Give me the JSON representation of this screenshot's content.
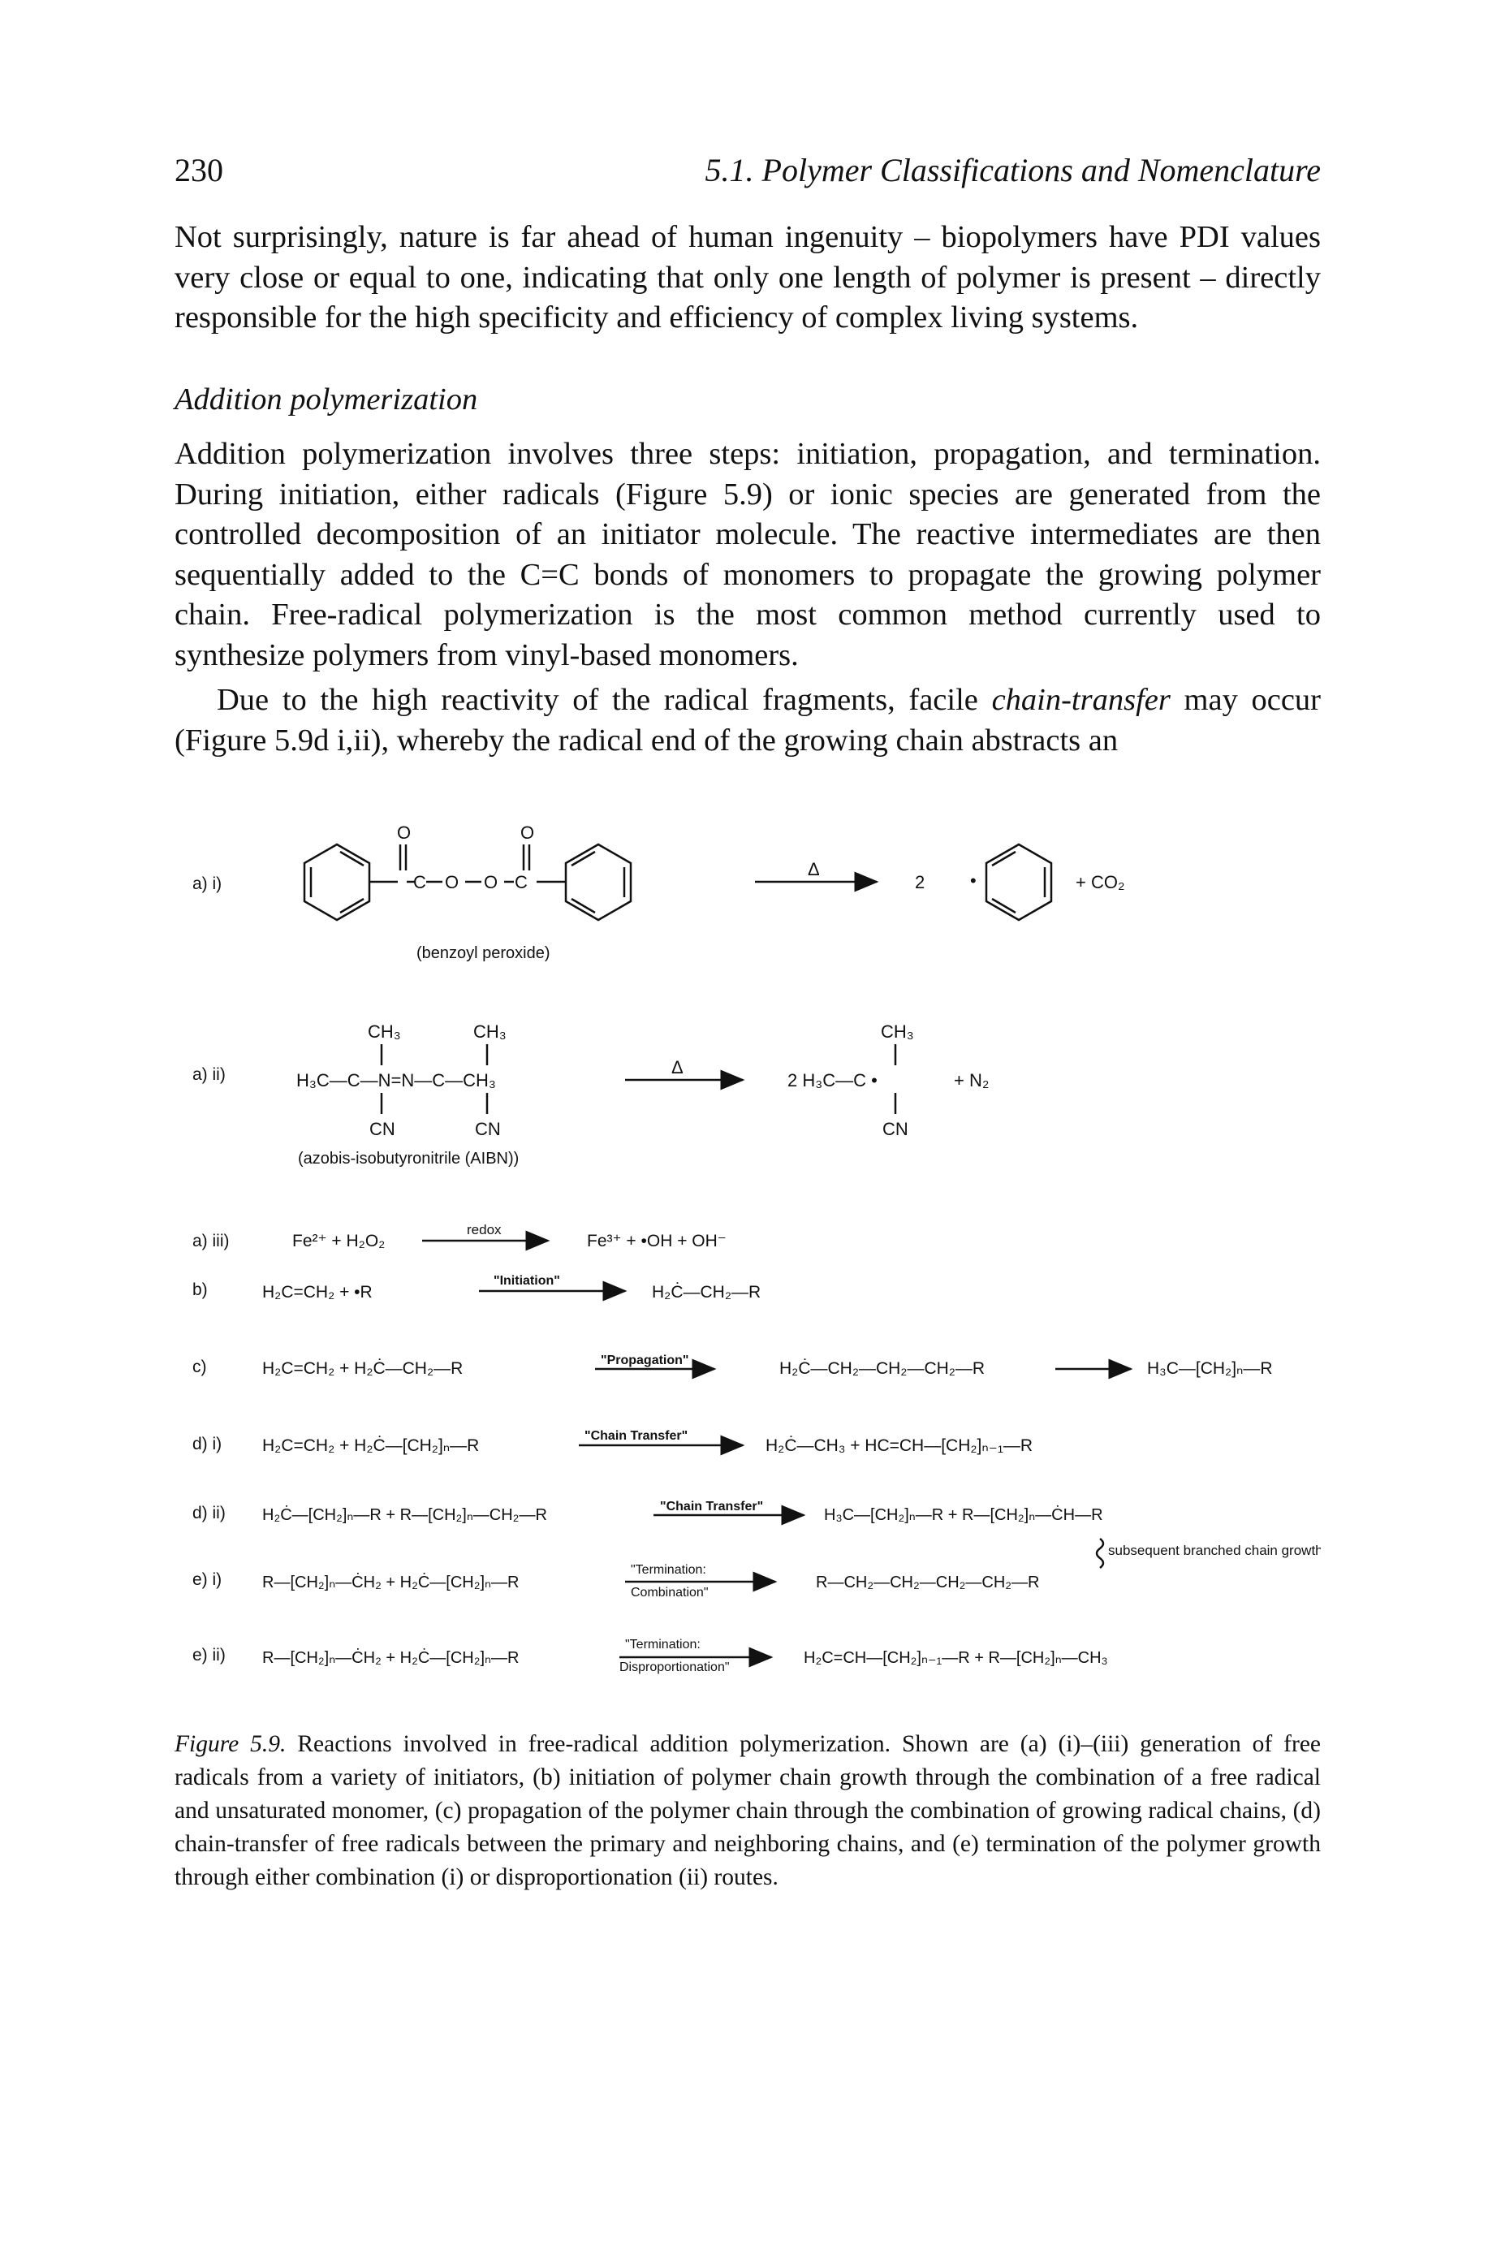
{
  "header": {
    "page_number": "230",
    "section_title": "5.1. Polymer Classifications and Nomenclature"
  },
  "paragraph_1": "Not surprisingly, nature is far ahead of human ingenuity – biopolymers have PDI values very close or equal to one, indicating that only one length of polymer is present – directly responsible for the high specificity and efficiency of complex living systems.",
  "subheading": "Addition polymerization",
  "paragraph_2": "Addition polymerization involves three steps: initiation, propagation, and termination. During initiation, either radicals (Figure 5.9) or ionic species are generated from the controlled decomposition of an initiator molecule. The reactive intermediates are then sequentially added to the C=C bonds of monomers to propagate the growing polymer chain. Free-radical polymerization is the most common method currently used to synthesize polymers from vinyl-based monomers.",
  "paragraph_3": {
    "before": "Due to the high reactivity of the radical fragments, facile ",
    "emphasis": "chain-transfer",
    "after": " may occur (Figure 5.9d i,ii), whereby the radical end of the growing chain abstracts an"
  },
  "figure": {
    "row_labels": [
      "a) i)",
      "a) ii)",
      "a) iii)",
      "b)",
      "c)",
      "d) i)",
      "d) ii)",
      "e) i)",
      "e) ii)"
    ],
    "a_i": {
      "arrow_label": "Δ",
      "product_coefficient": "2",
      "product_co2": "+ CO₂",
      "compound_name": "(benzoyl peroxide)",
      "oxygen": "O",
      "carbonyl_atom": "C"
    },
    "a_ii": {
      "reactant": "H₃C—C—N=N—C—CH₃",
      "substituent_top": "CH₃",
      "substituent_bottom": "CN",
      "arrow_label": "Δ",
      "product": "2 H₃C—C •",
      "product_n2": "+ N₂",
      "compound_name": "(azobis-isobutyronitrile (AIBN))"
    },
    "a_iii": {
      "reactants": "Fe²⁺ + H₂O₂",
      "arrow_label": "redox",
      "products": "Fe³⁺ + •OH + OH⁻"
    },
    "b": {
      "reactants": "H₂C=CH₂ + •R",
      "arrow_label": "\"Initiation\"",
      "product": "H₂Ċ—CH₂—R"
    },
    "c": {
      "reactants": "H₂C=CH₂ + H₂Ċ—CH₂—R",
      "arrow_label": "\"Propagation\"",
      "intermediate": "H₂Ċ—CH₂—CH₂—CH₂—R",
      "product": "H₃C—[CH₂]ₙ—R"
    },
    "d_i": {
      "reactants": "H₂C=CH₂ + H₂Ċ—[CH₂]ₙ—R",
      "arrow_label": "\"Chain Transfer\"",
      "products": "H₂Ċ—CH₃ + HC=CH—[CH₂]ₙ₋₁—R"
    },
    "d_ii": {
      "reactants": "H₂Ċ—[CH₂]ₙ—R + R—[CH₂]ₙ—CH₂—R",
      "arrow_label": "\"Chain Transfer\"",
      "products": "H₃C—[CH₂]ₙ—R + R—[CH₂]ₙ—ĊH—R",
      "note": "subsequent branched chain growth"
    },
    "e_i": {
      "reactants": "R—[CH₂]ₙ—ĊH₂ + H₂Ċ—[CH₂]ₙ—R",
      "arrow_label_1": "\"Termination:",
      "arrow_label_2": "Combination\"",
      "product": "R—CH₂—CH₂—CH₂—CH₂—R"
    },
    "e_ii": {
      "reactants": "R—[CH₂]ₙ—ĊH₂ + H₂Ċ—[CH₂]ₙ—R",
      "arrow_label_1": "\"Termination:",
      "arrow_label_2": "Disproportionation\"",
      "products": "H₂C=CH—[CH₂]ₙ₋₁—R + R—[CH₂]ₙ—CH₃"
    }
  },
  "caption": {
    "label": "Figure 5.9.",
    "text": "Reactions involved in free-radical addition polymerization. Shown are (a) (i)–(iii) generation of free radicals from a variety of initiators, (b) initiation of polymer chain growth through the combination of a free radical and unsaturated monomer, (c) propagation of the polymer chain through the combination of growing radical chains, (d) chain-transfer of free radicals between the primary and neighboring chains, and (e) termination of the polymer growth through either combination (i) or disproportionation (ii) routes."
  }
}
